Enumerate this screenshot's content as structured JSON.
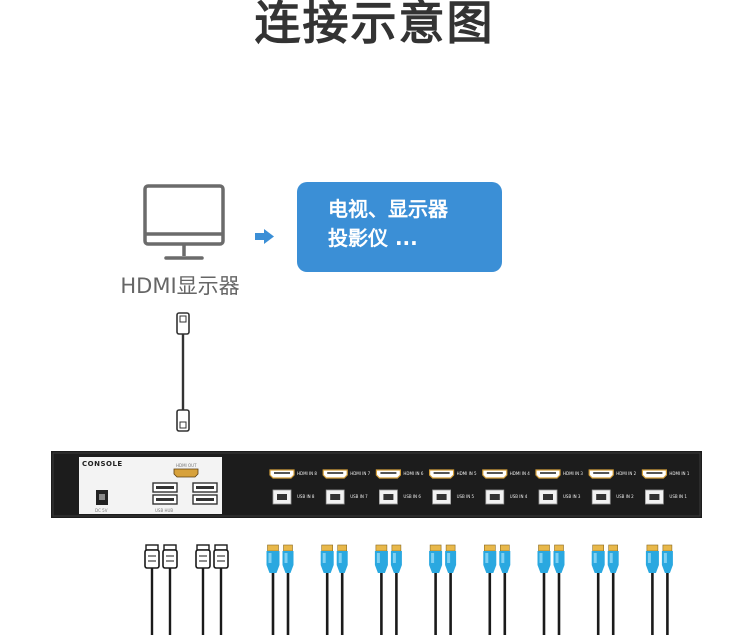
{
  "title": "连接示意图",
  "monitor": {
    "label": "HDMI显示器",
    "icon": "monitor-icon"
  },
  "arrow": {
    "icon": "arrow-right-icon",
    "color": "#3b8fd6"
  },
  "devices": {
    "lines": [
      "电视、显示器",
      "投影仪  ..."
    ],
    "color": "#3b8fd6"
  },
  "kvm": {
    "console_label": "CONSOLE",
    "hdmi_out_label": "HDMI OUT",
    "dc_label": "DC 5V",
    "usb_hub_label": "USB HUB",
    "ports": [
      {
        "hdmi": "HDMI IN 8",
        "usb": "USB IN 8"
      },
      {
        "hdmi": "HDMI IN 7",
        "usb": "USB IN 7"
      },
      {
        "hdmi": "HDMI IN 6",
        "usb": "USB IN 6"
      },
      {
        "hdmi": "HDMI IN 5",
        "usb": "USB IN 5"
      },
      {
        "hdmi": "HDMI IN 4",
        "usb": "USB IN 4"
      },
      {
        "hdmi": "HDMI IN 3",
        "usb": "USB IN 3"
      },
      {
        "hdmi": "HDMI IN 2",
        "usb": "USB IN 2"
      },
      {
        "hdmi": "HDMI IN 1",
        "usb": "USB IN 1"
      }
    ]
  },
  "colors": {
    "cable_blue": "#2aa8e0",
    "cable_dark": "#1a1a1a",
    "kvm_body": "#1c1c1c"
  }
}
